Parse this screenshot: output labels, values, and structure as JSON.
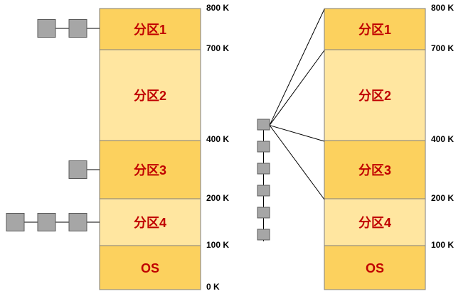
{
  "colors": {
    "dark_segment": "#fcd15e",
    "light_segment": "#ffe6a0",
    "segment_border": "#7f7f7f",
    "queue_node": "#a6a6a6",
    "queue_border": "#595959",
    "label_text": "#c00000"
  },
  "segments": [
    {
      "label": "分区1",
      "shade": "dark"
    },
    {
      "label": "分区2",
      "shade": "light"
    },
    {
      "label": "分区3",
      "shade": "dark"
    },
    {
      "label": "分区4",
      "shade": "light"
    },
    {
      "label": "OS",
      "shade": "dark"
    }
  ],
  "left_address_marks": [
    "800 K",
    "700 K",
    "400 K",
    "200 K",
    "100 K",
    "0 K"
  ],
  "right_address_marks": [
    "800 K",
    "700 K",
    "400 K",
    "200 K",
    "100 K"
  ],
  "left_queues": [
    {
      "partition": "分区1",
      "node_count": 2
    },
    {
      "partition": "分区3",
      "node_count": 1
    },
    {
      "partition": "分区4",
      "node_count": 3
    }
  ],
  "right_queue": {
    "node_count": 6,
    "serves": [
      "分区1",
      "分区2",
      "分区3",
      "分区4"
    ]
  }
}
